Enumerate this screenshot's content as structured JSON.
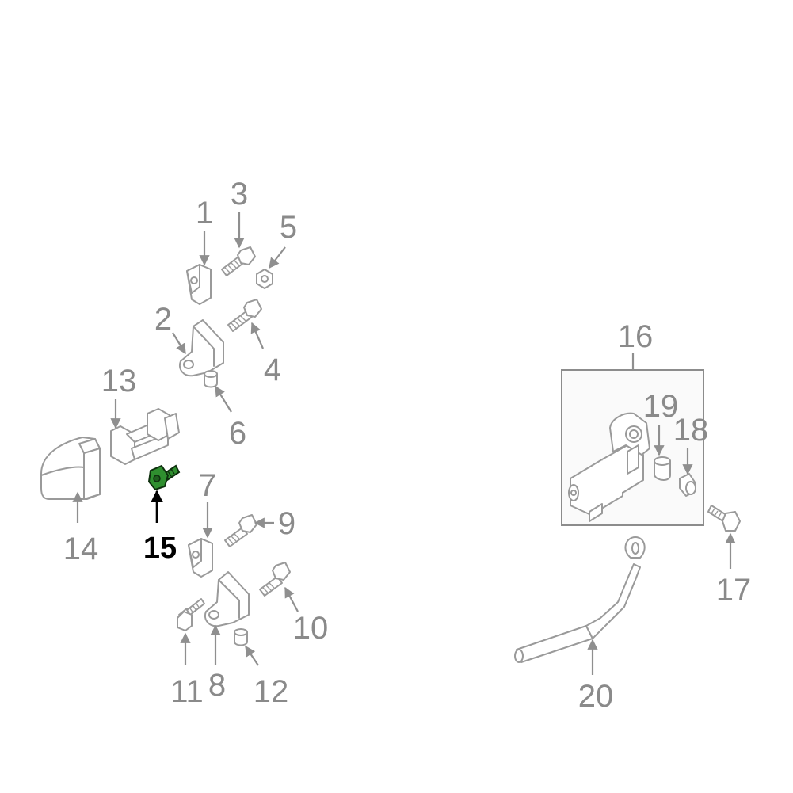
{
  "highlight_color": "#2f8f2f",
  "callouts": {
    "c1": "1",
    "c2": "2",
    "c3": "3",
    "c4": "4",
    "c5": "5",
    "c6": "6",
    "c7": "7",
    "c8": "8",
    "c9": "9",
    "c10": "10",
    "c11": "11",
    "c12": "12",
    "c13": "13",
    "c14": "14",
    "c15": "15",
    "c16": "16",
    "c17": "17",
    "c18": "18",
    "c19": "19",
    "c20": "20"
  }
}
